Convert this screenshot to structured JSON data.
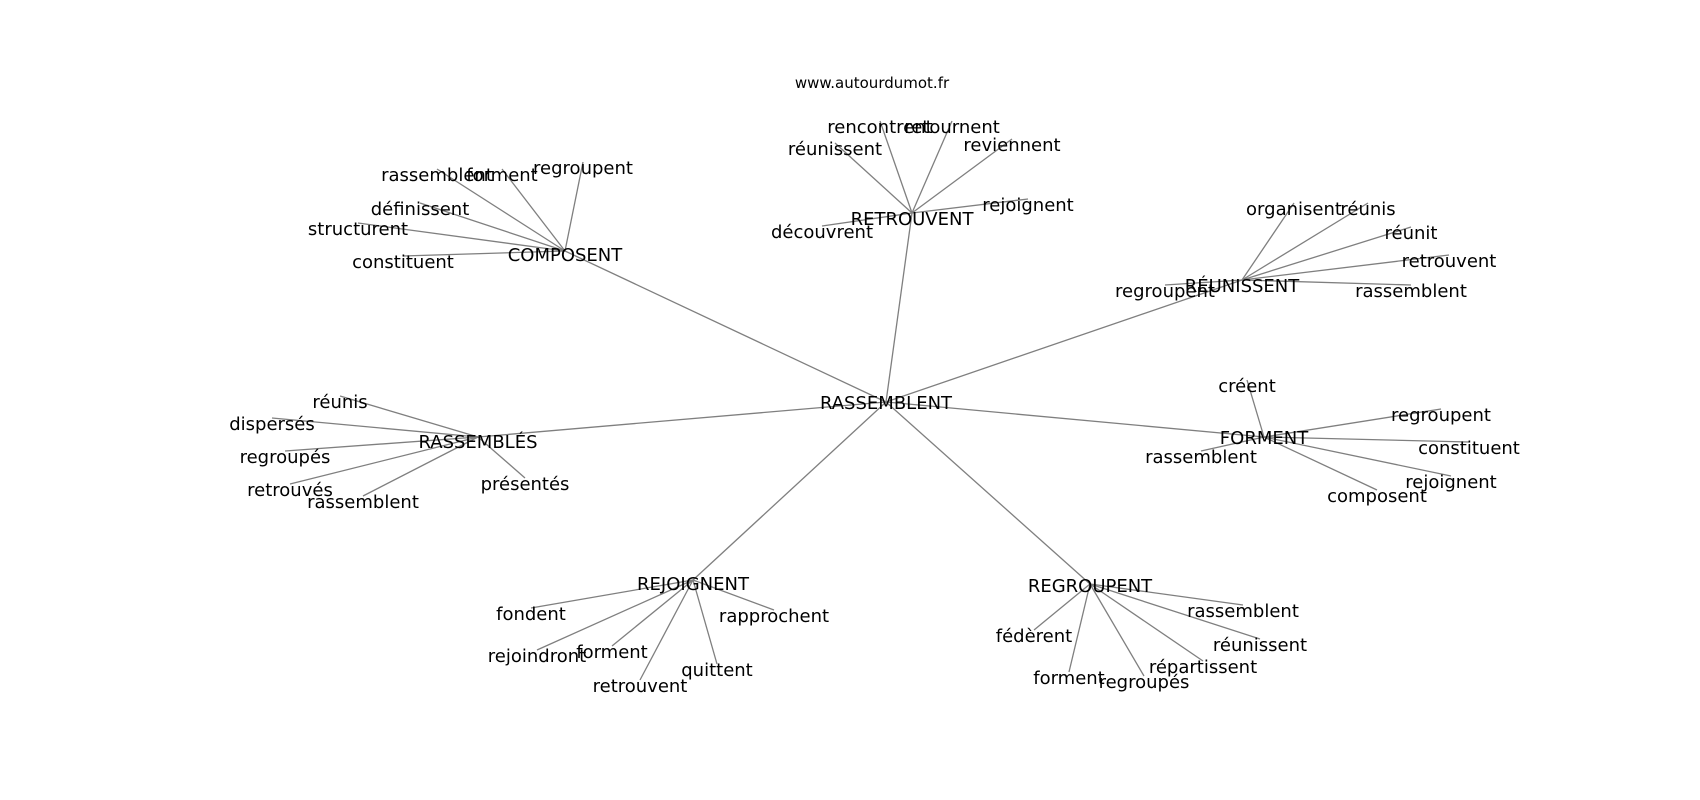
{
  "watermark": "www.autourdumot.fr",
  "graph": {
    "root": "RASSEMBLENT",
    "clusters": [
      {
        "id": "composent",
        "label": "COMPOSENT",
        "leaves": [
          "rassemblent",
          "forment",
          "regroupent",
          "définissent",
          "structurent",
          "constituent"
        ]
      },
      {
        "id": "retrouvent",
        "label": "RETROUVENT",
        "leaves": [
          "rencontrent",
          "retournent",
          "réunissent",
          "reviennent",
          "rejoignent",
          "découvrent"
        ]
      },
      {
        "id": "reunissent",
        "label": "RÉUNISSENT",
        "leaves": [
          "organisent",
          "réunis",
          "réunit",
          "retrouvent",
          "regroupent",
          "rassemblent"
        ]
      },
      {
        "id": "rassembles",
        "label": "RASSEMBLÉS",
        "leaves": [
          "réunis",
          "dispersés",
          "regroupés",
          "retrouvés",
          "rassemblent",
          "présentés"
        ]
      },
      {
        "id": "forment",
        "label": "FORMENT",
        "leaves": [
          "créent",
          "regroupent",
          "constituent",
          "rassemblent",
          "rejoignent",
          "composent"
        ]
      },
      {
        "id": "rejoignent",
        "label": "REJOIGNENT",
        "leaves": [
          "fondent",
          "rapprochent",
          "rejoindront",
          "forment",
          "quittent",
          "retrouvent"
        ]
      },
      {
        "id": "regroupent",
        "label": "REGROUPENT",
        "leaves": [
          "rassemblent",
          "fédèrent",
          "réunissent",
          "répartissent",
          "forment",
          "regroupés"
        ]
      }
    ]
  }
}
